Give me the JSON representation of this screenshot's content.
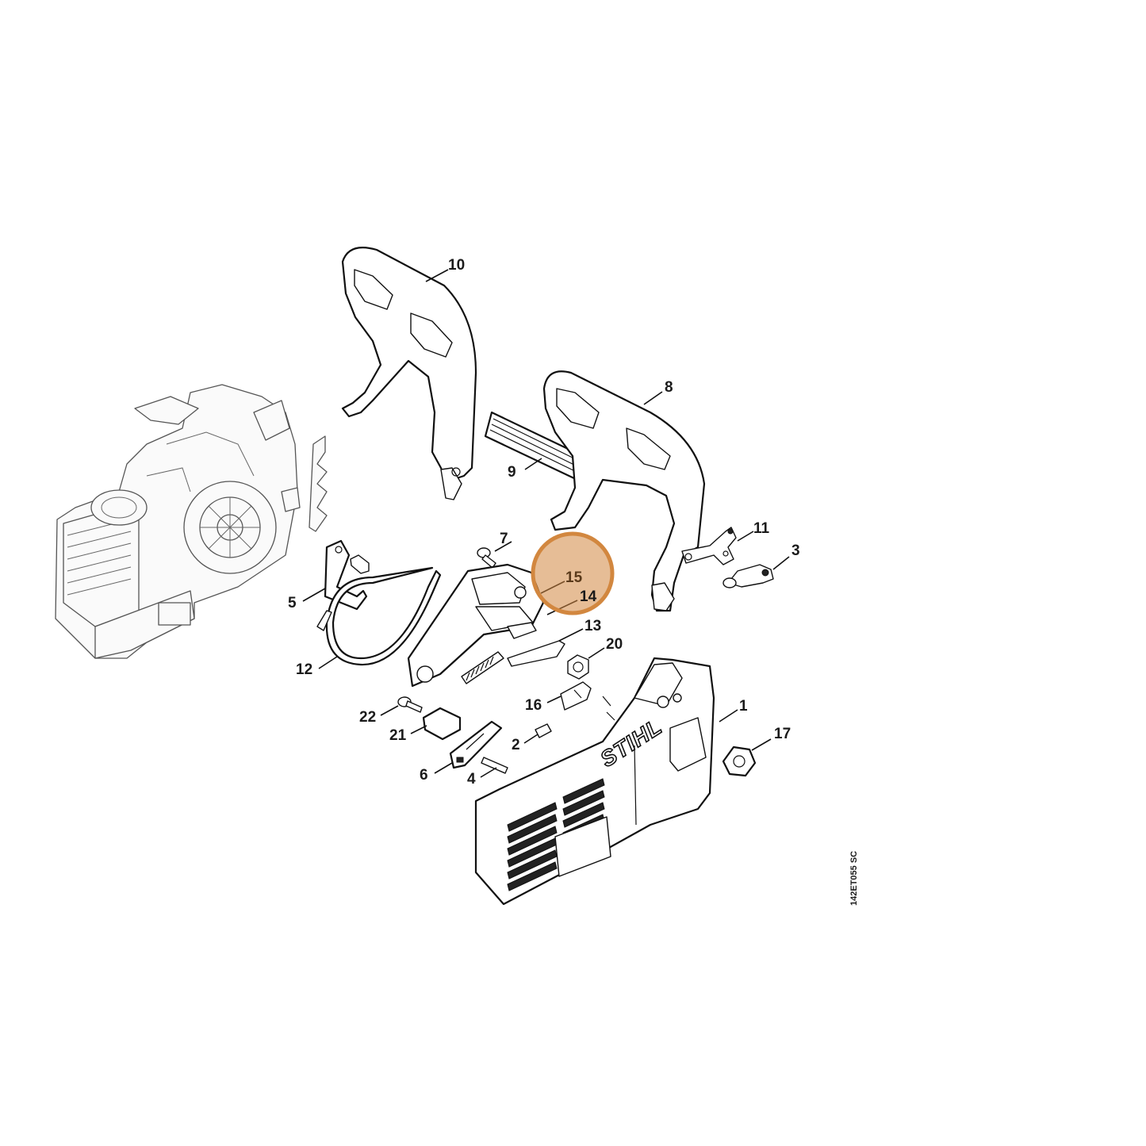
{
  "diagram": {
    "document_code": "142ET055 SC",
    "brand_text": "STIHL",
    "highlight_color": "#d2873f",
    "callouts": [
      {
        "id": "1",
        "label": "1"
      },
      {
        "id": "2",
        "label": "2"
      },
      {
        "id": "3",
        "label": "3"
      },
      {
        "id": "4",
        "label": "4"
      },
      {
        "id": "5",
        "label": "5"
      },
      {
        "id": "6",
        "label": "6"
      },
      {
        "id": "7",
        "label": "7"
      },
      {
        "id": "8",
        "label": "8"
      },
      {
        "id": "9",
        "label": "9"
      },
      {
        "id": "10",
        "label": "10"
      },
      {
        "id": "11",
        "label": "11"
      },
      {
        "id": "12",
        "label": "12"
      },
      {
        "id": "13",
        "label": "13"
      },
      {
        "id": "14",
        "label": "14"
      },
      {
        "id": "15",
        "label": "15"
      },
      {
        "id": "16",
        "label": "16"
      },
      {
        "id": "17",
        "label": "17"
      },
      {
        "id": "20",
        "label": "20"
      },
      {
        "id": "21",
        "label": "21"
      },
      {
        "id": "22",
        "label": "22"
      }
    ],
    "highlighted_callout": "15"
  }
}
